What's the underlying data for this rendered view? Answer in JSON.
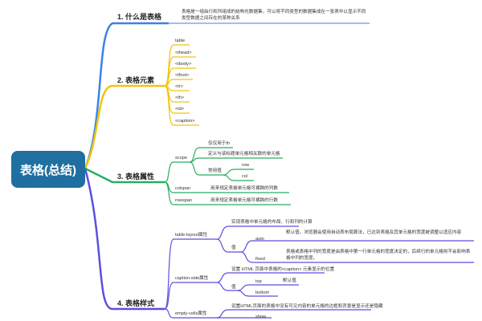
{
  "root": "表格(总结)",
  "colors": {
    "branch1": "#3b82e6",
    "branch2": "#f1c40f",
    "branch3": "#27ae60",
    "branch4": "#5b4fe0",
    "root_bg": "#1f6fa0"
  },
  "branch1": {
    "title": "1. 什么是表格",
    "desc": "表格是一组由行和列组成的结构化数据集，可以将不同类型的数据集成在一张表中以显示不同类型数据之间存在的某种关系"
  },
  "branch2": {
    "title": "2. 表格元素",
    "items": [
      "table",
      "<thead>",
      "<tbody>",
      "<tfoot>",
      "<tr>",
      "<th>",
      "<td>",
      "<caption>"
    ]
  },
  "branch3": {
    "title": "3. 表格属性",
    "scope": "scope",
    "scope_items": [
      "仅仅用于th",
      "定义与该标题单元格相关联的单元格",
      "常用值"
    ],
    "common_values": [
      "row",
      "col"
    ],
    "colspan": "colspan",
    "colspan_desc": "用来规定表格单元格可横跨的列数",
    "rowspan": "rowspan",
    "rowspan_desc": "用来规定表格单元格可横跨的行数"
  },
  "branch4": {
    "title": "4. 表格样式",
    "table_layout": "table-layout属性",
    "table_layout_desc": "实现表格中单元格的布局、行和列的计算",
    "value_label": "值",
    "auto": "auto",
    "auto_desc": "默认值，浏览器会使用自动表布局算法，已达到表格及其单元格的宽度被调整以适应内容",
    "fixed": "fixed",
    "fixed_desc": "表格或表格中列的宽度是由表格中第一行单元格的宽度决定的，后续行的单元格则不会影响表格中列的宽度。",
    "caption_side": "caption-side属性",
    "caption_side_desc": "设置 HTML 页面中表格的<caption> 元素显示的位置",
    "caption_value_label": "值",
    "top": "top",
    "top_desc": "默认值",
    "bottom": "bottom",
    "empty_cells": "empty-cells属性",
    "empty_cells_desc": "设置HTML页面的表格中没有可见内容的单元格的边框和背景是显示还是隐藏",
    "show": "show"
  }
}
